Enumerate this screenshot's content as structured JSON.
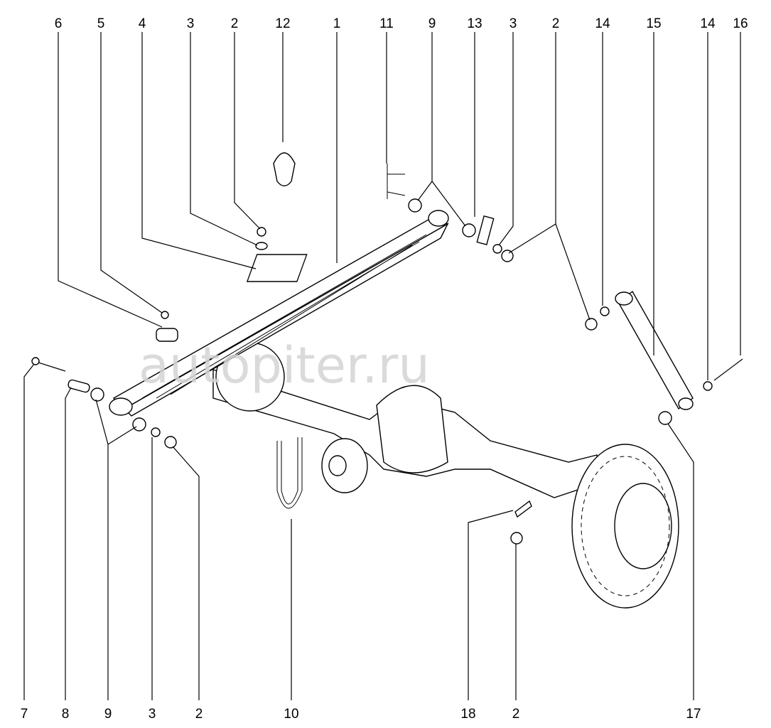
{
  "diagram": {
    "watermark": "autopiter.ru",
    "top_labels": [
      "6",
      "5",
      "4",
      "3",
      "2",
      "12",
      "1",
      "11",
      "9",
      "13",
      "3",
      "2",
      "14",
      "15",
      "14",
      "16"
    ],
    "bottom_labels": [
      "7",
      "8",
      "9",
      "3",
      "2",
      "10",
      "18",
      "2",
      "17"
    ]
  }
}
